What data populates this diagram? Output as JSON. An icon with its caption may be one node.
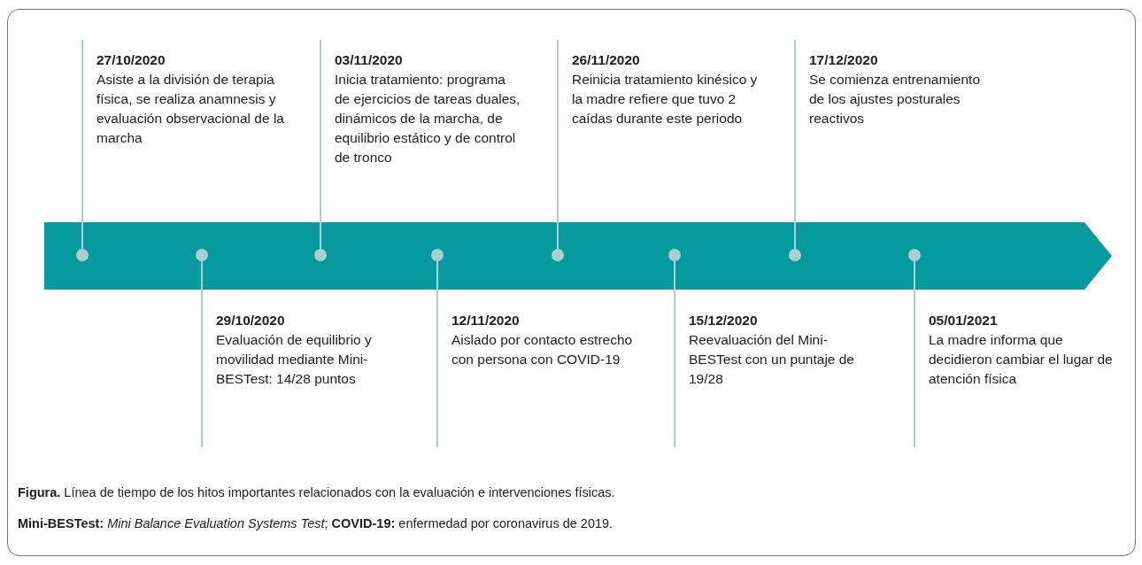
{
  "diagram": {
    "caption": "**Figura.** Línea de tiempo de los hitos importantes relacionados con la evaluación e intervenciones físicas.",
    "nodes": [
      {
        "text": [
          "27/10/2020",
          "Asiste a la división de terapia física, se realiza anamnesis y evaluación observacional de la marcha"
        ]
      },
      {
        "text": [
          "29/10/2020",
          "Evaluación de equilibrio y movilidad mediante Mini-BESTest: 14/28 puntos"
        ]
      },
      {
        "text": [
          "03/11/2020",
          "Inicia tratamiento: programa de ejercicios de tareas duales, dinámicos de la marcha, de equilibrio estático y de control de tronco"
        ]
      },
      {
        "text": [
          "12/11/2020",
          "Aislado por contacto estrecho con persona con COVID-19"
        ]
      },
      {
        "text": [
          "26/11/2020",
          "Reinicia tratamiento kinésico y la madre refiere que tuvo 2 caídas durante este periodo"
        ]
      },
      {
        "text": [
          "15/12/2020",
          "Reevaluación del Mini-BESTest con un puntaje de 19/28"
        ]
      },
      {
        "text": [
          "17/12/2020",
          "Se comienza entrenamiento de los ajustes posturales reactivos"
        ]
      },
      {
        "text": [
          "05/01/2021",
          "La madre informa que decidieron cambiar el lugar de atención física"
        ]
      },
      {
        "text": [],
        "shape": "circle"
      },
      {
        "text": [],
        "shape": "circle"
      },
      {
        "text": [],
        "shape": "circle"
      },
      {
        "text": [],
        "shape": "circle"
      },
      {
        "text": [],
        "shape": "circle"
      },
      {
        "text": [],
        "shape": "circle"
      },
      {
        "text": [],
        "shape": "circle"
      },
      {
        "text": [],
        "shape": "circle"
      }
    ],
    "edges": [
      {
        "from": 0,
        "to": 8,
        "arrow": "none"
      },
      {
        "from": 1,
        "to": 9,
        "arrow": "none"
      },
      {
        "from": 2,
        "to": 10,
        "arrow": "none"
      },
      {
        "from": 3,
        "to": 11,
        "arrow": "none"
      },
      {
        "from": 4,
        "to": 12,
        "arrow": "none"
      },
      {
        "from": 5,
        "to": 13,
        "arrow": "none"
      },
      {
        "from": 6,
        "to": 14,
        "arrow": "none"
      },
      {
        "from": 7,
        "to": 15,
        "arrow": "none"
      }
    ],
    "labels": [
      "**Mini-BESTest:** *Mini Balance Evaluation Systems Test*; **COVID-19:** enfermedad por coronavirus de 2019."
    ]
  }
}
